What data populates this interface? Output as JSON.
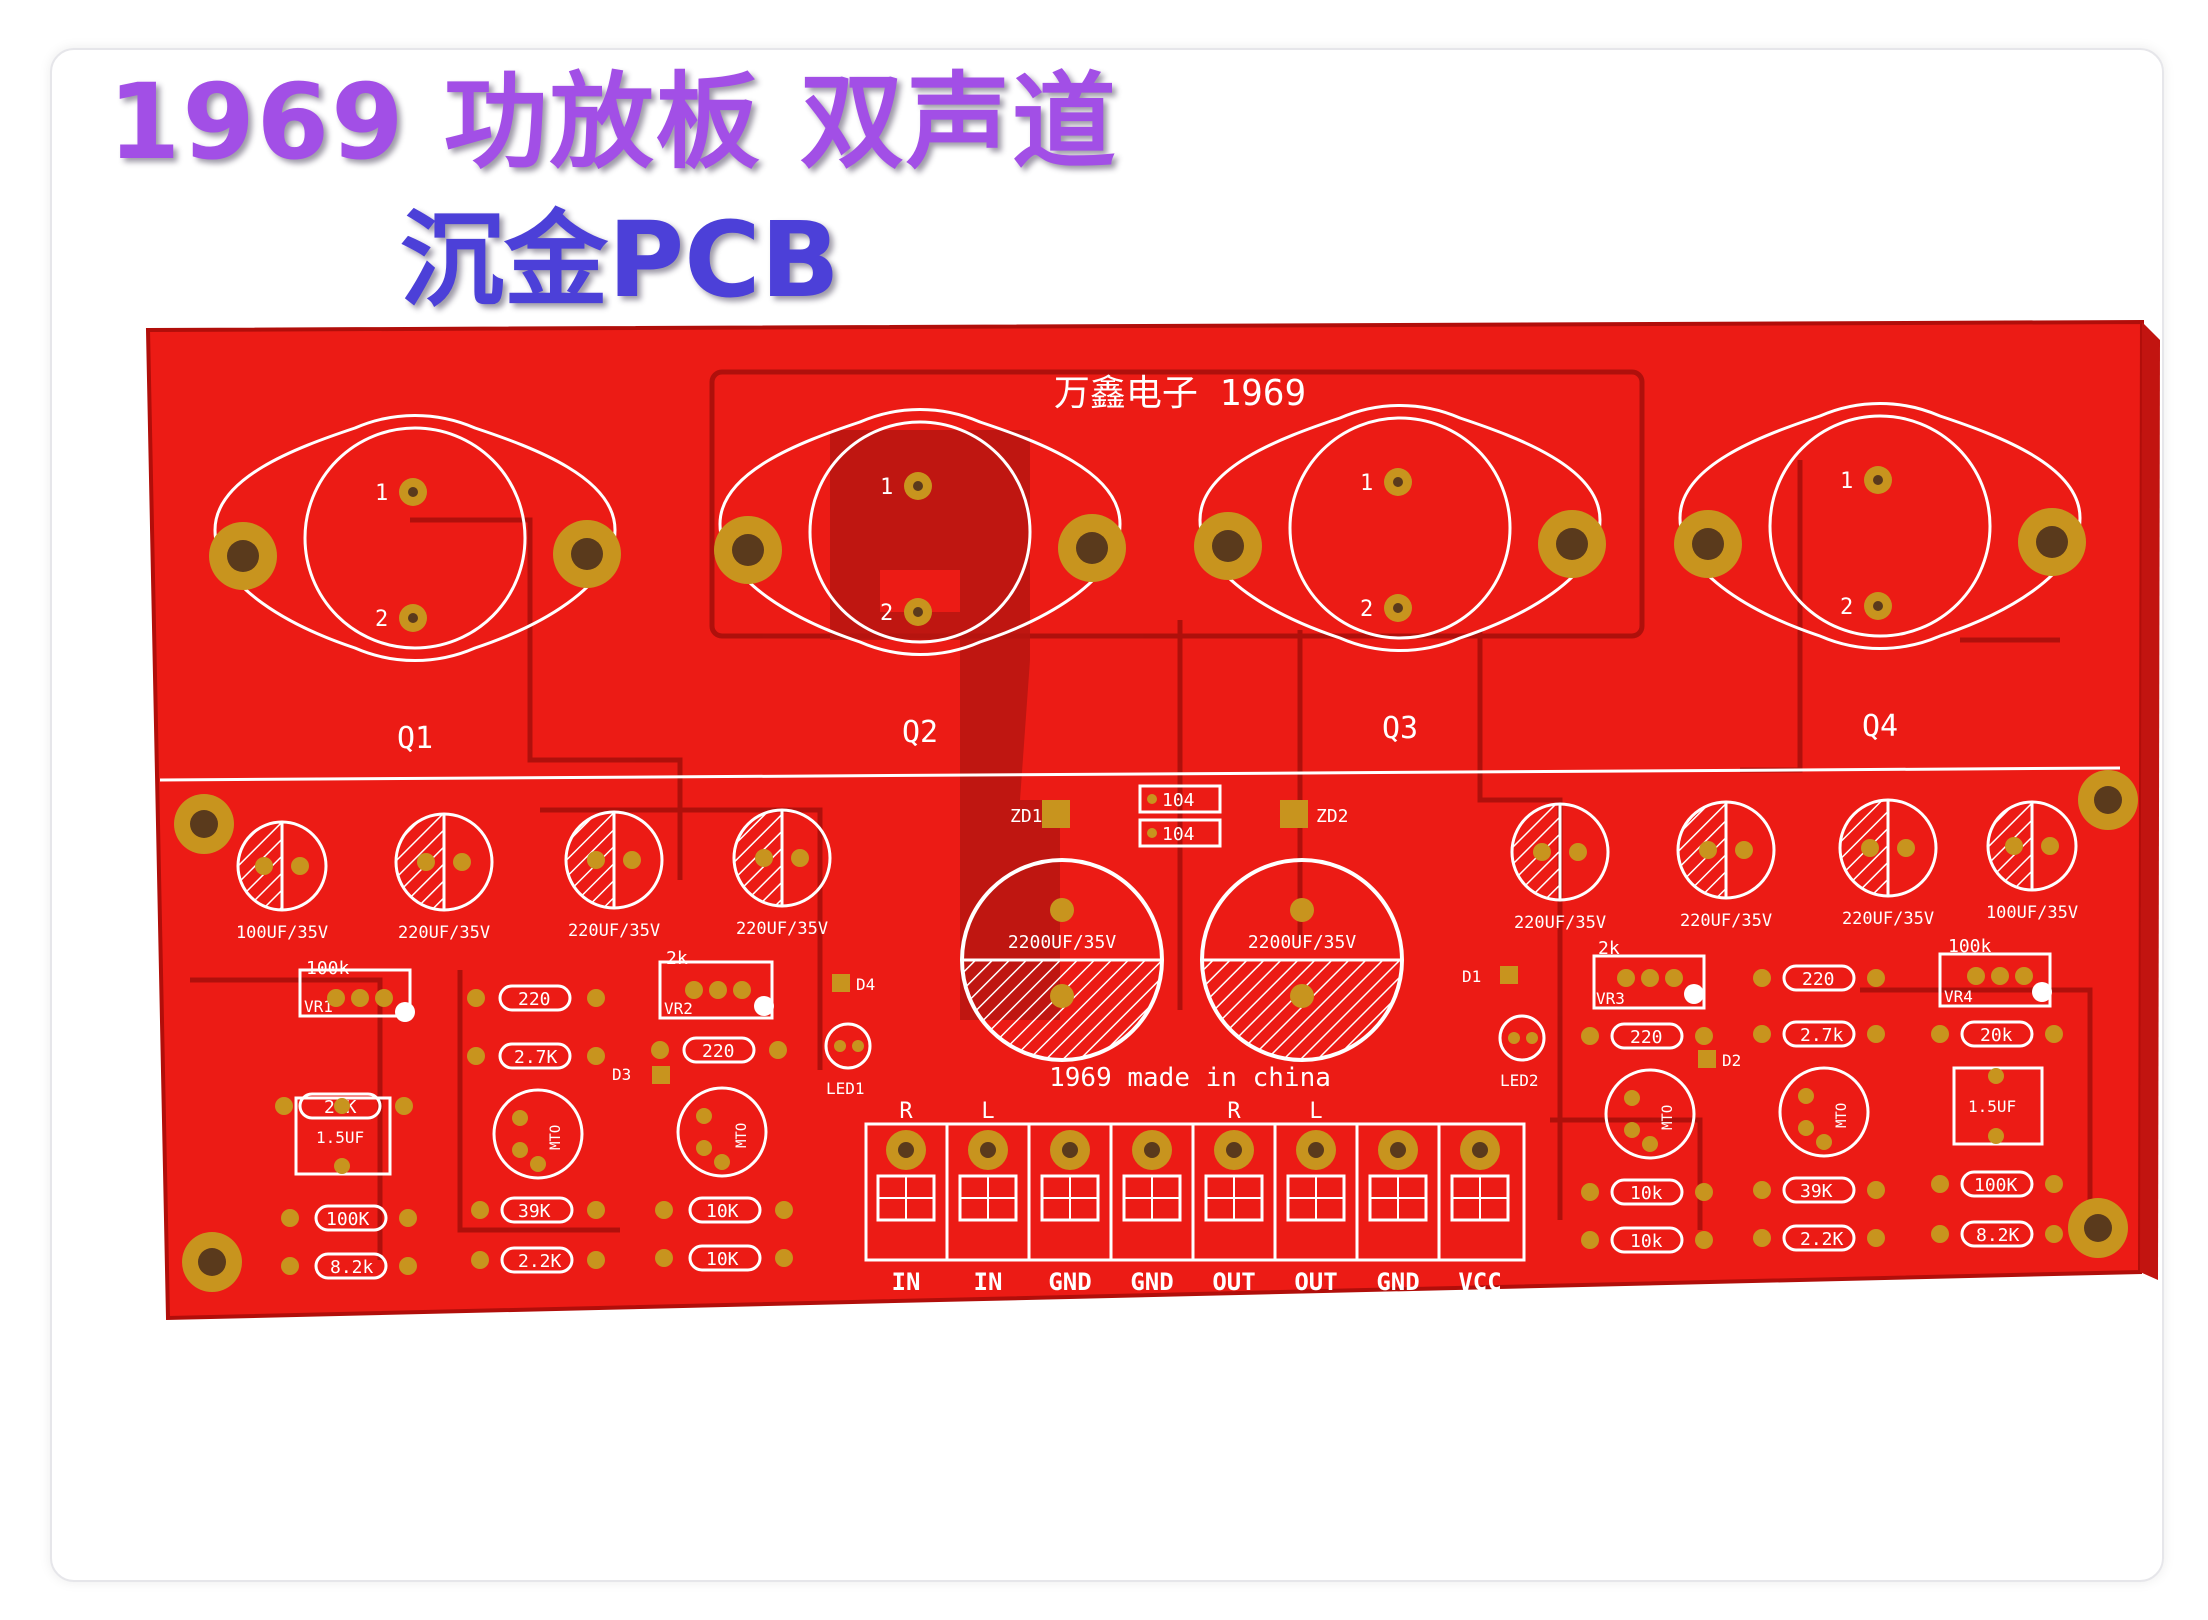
{
  "header": {
    "title": "1969 功放板 双声道",
    "subtitle": "沉金PCB"
  },
  "board": {
    "brand": "万鑫电子 1969",
    "made_in": "1969 made in china",
    "colors": {
      "board": "#ee1a14",
      "silk": "#ffffff",
      "pad": "#c8941e",
      "title": "#a24fe6",
      "subtitle": "#4c40d8"
    },
    "transistors": [
      {
        "label": "Q1",
        "pin1": "1",
        "pin2": "2"
      },
      {
        "label": "Q2",
        "pin1": "1",
        "pin2": "2"
      },
      {
        "label": "Q3",
        "pin1": "1",
        "pin2": "2"
      },
      {
        "label": "Q4",
        "pin1": "1",
        "pin2": "2"
      }
    ],
    "small_caps": [
      {
        "label": "100UF/35V"
      },
      {
        "label": "220UF/35V"
      },
      {
        "label": "220UF/35V"
      },
      {
        "label": "220UF/35V"
      },
      {
        "label": "220UF/35V"
      },
      {
        "label": "220UF/35V"
      },
      {
        "label": "220UF/35V"
      },
      {
        "label": "100UF/35V"
      }
    ],
    "big_caps": [
      {
        "label": "2200UF/35V"
      },
      {
        "label": "2200UF/35V"
      }
    ],
    "zd": {
      "zd1": "ZD1",
      "zd2": "ZD2",
      "cap1": "104",
      "cap2": "104"
    },
    "left_parts": {
      "vr1": "VR1",
      "vr1_val": "100k",
      "r20k": "20K",
      "c15": "1.5UF",
      "r100k": "100K",
      "r82": "8.2k",
      "r220a": "220",
      "r27": "2.7K",
      "r39": "39K",
      "r22": "2.2K",
      "mto1": "MTO",
      "vr2": "VR2",
      "vr2_val": "2k",
      "r220b": "220",
      "d3": "D3",
      "mto2": "MTO",
      "r10a": "10K",
      "r10b": "10K",
      "d4": "D4",
      "led1": "LED1"
    },
    "right_parts": {
      "d1": "D1",
      "led2": "LED2",
      "vr3": "VR3",
      "vr3_val": "2k",
      "r220c": "220",
      "d2": "D2",
      "mto3": "MTO",
      "r10c": "10k",
      "r10d": "10k",
      "r220d": "220",
      "r27b": "2.7k",
      "mto4": "MTO",
      "r39b": "39K",
      "r22b": "2.2K",
      "vr4": "VR4",
      "vr4_val": "100k",
      "r20kb": "20k",
      "c15b": "1.5UF",
      "r100kb": "100K",
      "r82b": "8.2K"
    },
    "terminals": [
      {
        "top": "R",
        "bottom": "IN"
      },
      {
        "top": "L",
        "bottom": "IN"
      },
      {
        "top": "",
        "bottom": "GND"
      },
      {
        "top": "",
        "bottom": "GND"
      },
      {
        "top": "R",
        "bottom": "OUT"
      },
      {
        "top": "L",
        "bottom": "OUT"
      },
      {
        "top": "",
        "bottom": "GND"
      },
      {
        "top": "",
        "bottom": "VCC"
      }
    ]
  }
}
